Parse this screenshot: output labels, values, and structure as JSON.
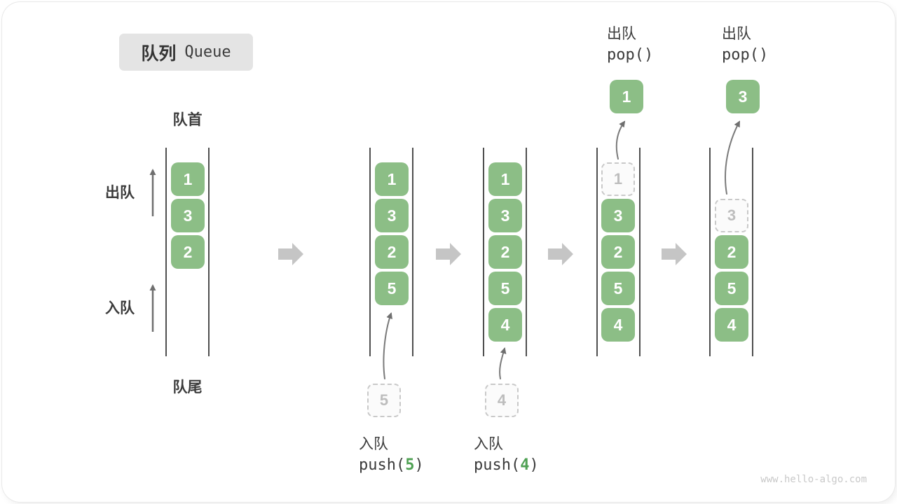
{
  "title": {
    "zh": "队列",
    "en": "Queue"
  },
  "labels": {
    "front": "队首",
    "rear": "队尾",
    "dequeue": "出队",
    "enqueue": "入队"
  },
  "queues": [
    {
      "boxes": [
        "1",
        "3",
        "2"
      ]
    },
    {
      "boxes": [
        "1",
        "3",
        "2",
        "5"
      ],
      "incoming": "5"
    },
    {
      "boxes": [
        "1",
        "3",
        "2",
        "5",
        "4"
      ],
      "incoming": "4"
    },
    {
      "ghost": "1",
      "boxes": [
        "3",
        "2",
        "5",
        "4"
      ],
      "popped": "1"
    },
    {
      "ghost": "3",
      "boxes": [
        "2",
        "5",
        "4"
      ],
      "popped": "3"
    }
  ],
  "operations": {
    "push5": {
      "label": "入队",
      "code_pre": "push(",
      "code_arg": "5",
      "code_post": ")"
    },
    "push4": {
      "label": "入队",
      "code_pre": "push(",
      "code_arg": "4",
      "code_post": ")"
    },
    "pop1": {
      "label": "出队",
      "code": "pop()"
    },
    "pop2": {
      "label": "出队",
      "code": "pop()"
    }
  },
  "icons": {
    "flow_arrow": "right-block-arrow",
    "side_arrows": "up-arrow",
    "transfer_arrows": "curved-up-arrow"
  },
  "colors": {
    "item_green": "#8CBE86",
    "code_green": "#4FA153",
    "flow_arrow_gray": "#C5C5C5",
    "wall_gray": "#4F4F4F",
    "ghost_gray": "#BDBDBD",
    "text_dark": "#3B3B3B",
    "badge_bg": "#E4E4E4",
    "watermark_gray": "#C9C9C9"
  },
  "watermark": "www.hello-algo.com"
}
